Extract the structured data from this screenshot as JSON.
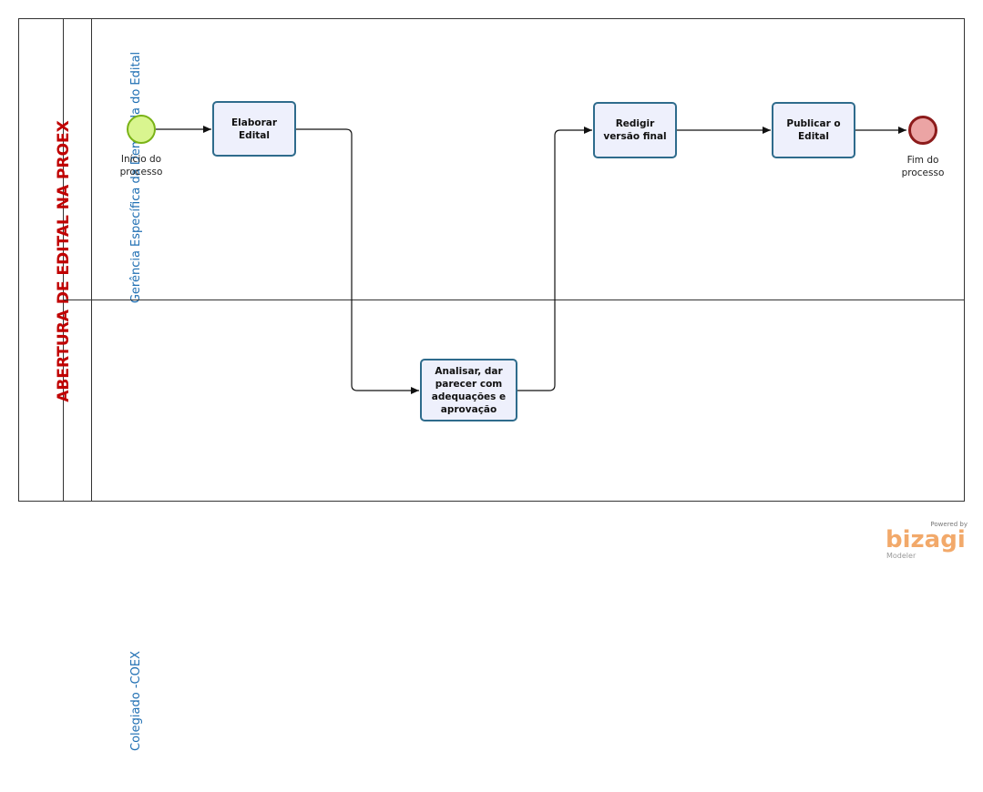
{
  "pool": {
    "title": "ABERTURA DE EDITAL NA PROEX"
  },
  "lanes": [
    {
      "title": "Gerência Específica da Demanda do Edital"
    },
    {
      "title": "Colegiado -COEX"
    }
  ],
  "events": {
    "start": {
      "label": "Início do processo"
    },
    "end": {
      "label": "Fim do processo"
    }
  },
  "tasks": [
    {
      "label": "Elaborar Edital"
    },
    {
      "label": "Analisar, dar parecer com adequações e aprovação"
    },
    {
      "label": "Redigir versão final"
    },
    {
      "label": "Publicar o Edital"
    }
  ],
  "branding": {
    "powered_by": "Powered by",
    "name": "bizagi",
    "product": "Modeler"
  },
  "colors": {
    "pool_title": "#c00000",
    "lane_title": "#1f6fb3",
    "task_fill": "#eef0fc",
    "task_border": "#2e6b8c",
    "start_fill": "#d9f58f",
    "end_fill": "#eba4a4"
  }
}
